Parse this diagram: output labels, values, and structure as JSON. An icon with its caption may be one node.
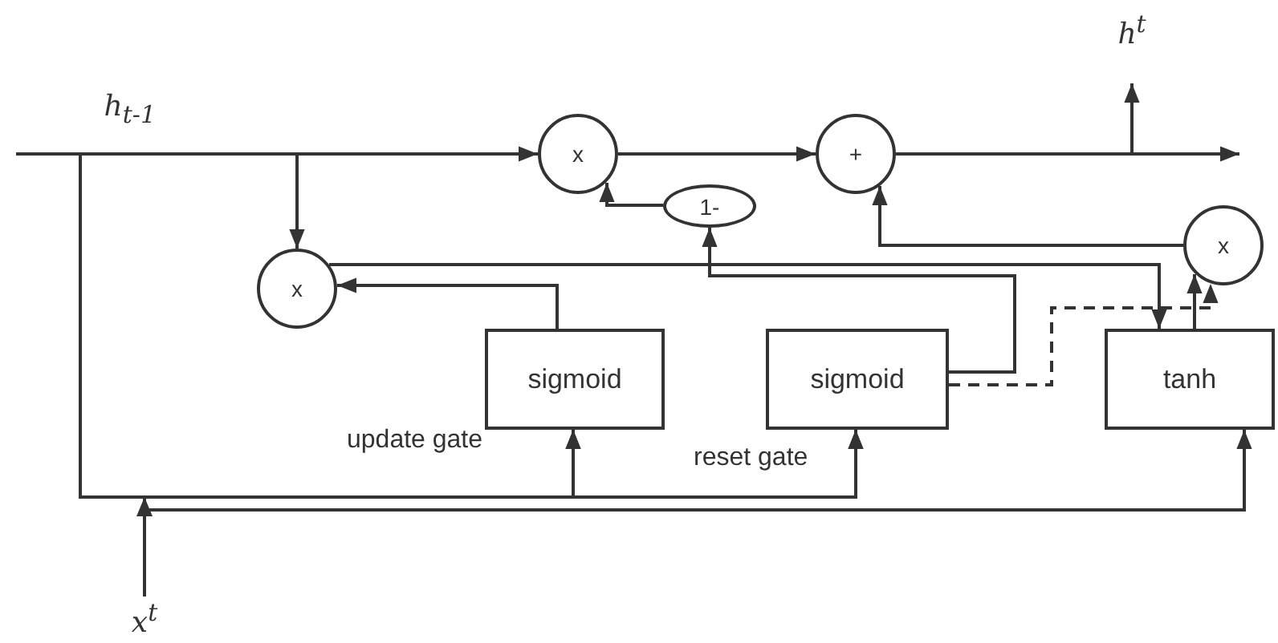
{
  "diagram": {
    "nodes": [
      {
        "text": [
          "h$_{t-1}$"
        ]
      },
      {
        "text": [
          "x"
        ]
      },
      {
        "text": [
          "+"
        ]
      },
      {
        "text": [
          "1-"
        ]
      },
      {
        "text": [
          "x"
        ]
      },
      {
        "text": [
          "x"
        ]
      },
      {
        "text": [
          "sigmoid"
        ]
      },
      {
        "text": [
          "sigmoid"
        ]
      },
      {
        "text": [
          "tanh"
        ]
      },
      {
        "text": [
          "h$^{t}$"
        ]
      },
      {
        "text": [
          "x$^{t}$"
        ]
      }
    ],
    "edges": [
      {
        "from": 0,
        "to": 1,
        "arrow": "to"
      },
      {
        "from": 0,
        "to": 4,
        "arrow": "to"
      },
      {
        "from": 0,
        "to": 6,
        "arrow": "to"
      },
      {
        "from": 0,
        "to": 7,
        "arrow": "to"
      },
      {
        "from": 10,
        "to": 6,
        "arrow": "to"
      },
      {
        "from": 10,
        "to": 7,
        "arrow": "to"
      },
      {
        "from": 10,
        "to": 8,
        "arrow": "to"
      },
      {
        "from": 1,
        "to": 2,
        "arrow": "to"
      },
      {
        "from": 3,
        "to": 1,
        "arrow": "to"
      },
      {
        "from": 2,
        "to": null,
        "arrow": "to"
      },
      {
        "from": 2,
        "to": 9,
        "arrow": "to"
      },
      {
        "from": 6,
        "to": 4,
        "arrow": "to"
      },
      {
        "from": 4,
        "to": 8,
        "arrow": "to"
      },
      {
        "from": 7,
        "to": 3,
        "arrow": "to"
      },
      {
        "from": 7,
        "to": 5,
        "arrow": "to",
        "style": "dashed"
      },
      {
        "from": 8,
        "to": 5,
        "arrow": "to"
      },
      {
        "from": 5,
        "to": 2,
        "arrow": "to"
      }
    ],
    "labels": [
      "update gate",
      "reset gate"
    ]
  }
}
